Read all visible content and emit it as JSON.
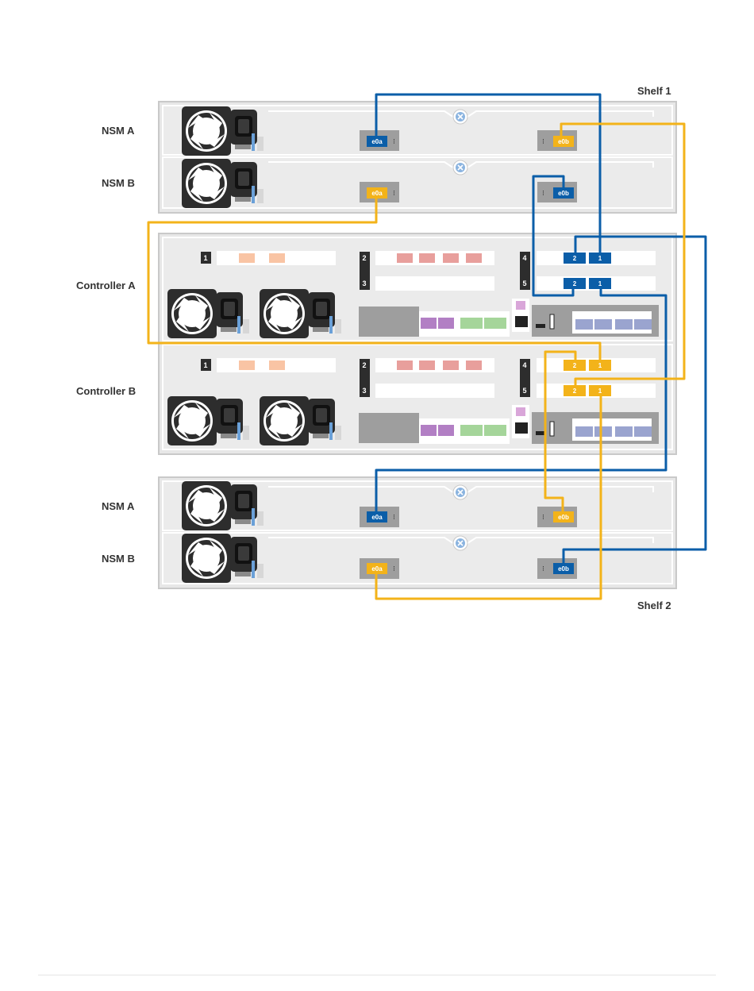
{
  "labels": {
    "shelf1": "Shelf 1",
    "shelf2": "Shelf 2",
    "shelf1_nsm_a": "NSM A",
    "shelf1_nsm_b": "NSM B",
    "controller_a": "Controller A",
    "controller_b": "Controller B",
    "shelf2_nsm_a": "NSM A",
    "shelf2_nsm_b": "NSM B"
  },
  "ports": {
    "e0a": "e0a",
    "e0b": "e0b"
  },
  "slots": [
    "1",
    "2",
    "3",
    "4",
    "5"
  ],
  "slot_ports": [
    "2",
    "1"
  ],
  "colors": {
    "blue": "#0b5ea8",
    "yellow": "#f3b31a",
    "chassis": "#e6e6e6",
    "chassis_border": "#c9c9c9",
    "dark": "#2d2d2d"
  }
}
